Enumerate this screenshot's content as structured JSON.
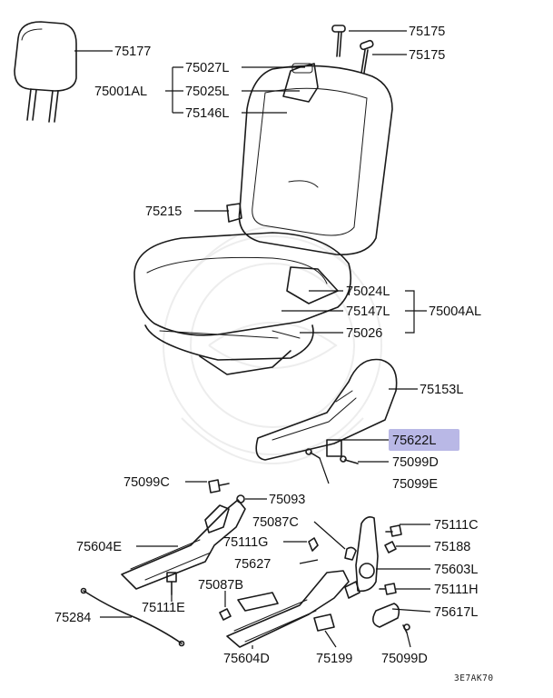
{
  "labels": {
    "l75177": "75177",
    "l75175a": "75175",
    "l75175b": "75175",
    "l75027L": "75027L",
    "l75001AL": "75001AL",
    "l75025L": "75025L",
    "l75146L": "75146L",
    "l75215": "75215",
    "l75024L": "75024L",
    "l75147L": "75147L",
    "l75004AL": "75004AL",
    "l75026": "75026",
    "l75153L": "75153L",
    "l75622L": "75622L",
    "l75099Da": "75099D",
    "l75099C": "75099C",
    "l75099E": "75099E",
    "l75093": "75093",
    "l75087C": "75087C",
    "l75111C": "75111C",
    "l75604E": "75604E",
    "l75111G": "75111G",
    "l75188": "75188",
    "l75627": "75627",
    "l75603L": "75603L",
    "l75087B": "75087B",
    "l75111H": "75111H",
    "l75111E": "75111E",
    "l75617L": "75617L",
    "l75284": "75284",
    "l75604D": "75604D",
    "l75199": "75199",
    "l75099Db": "75099D"
  },
  "diagram_code": "3E7AK70",
  "highlight_color": "#b9b8e6"
}
